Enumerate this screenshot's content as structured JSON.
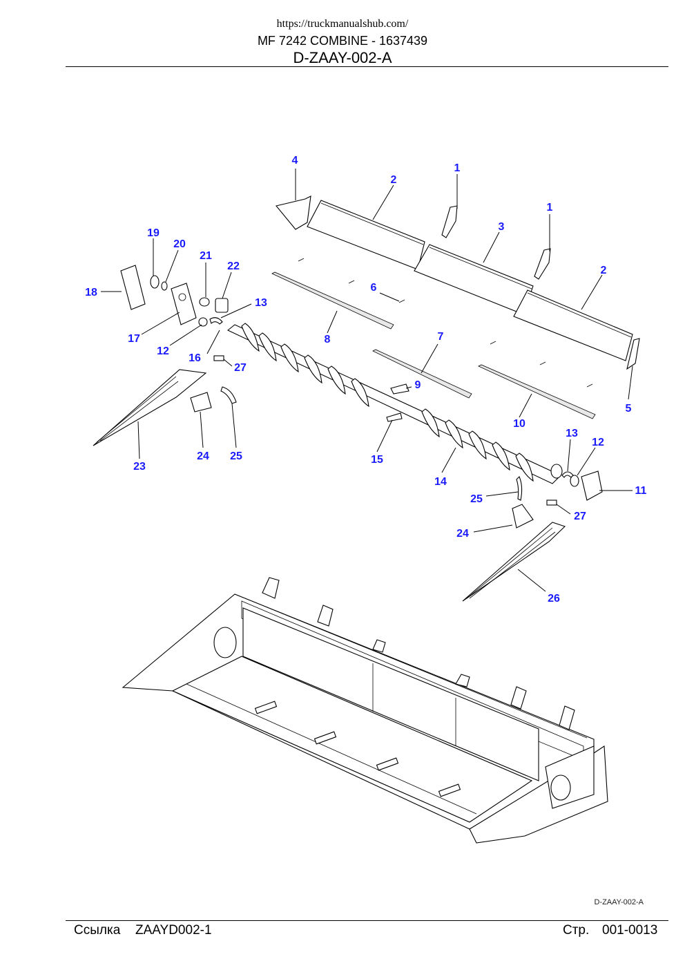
{
  "header": {
    "url": "https://truckmanualshub.com/",
    "model": "MF 7242 COMBINE - 1637439",
    "code": "D-ZAAY-002-A"
  },
  "figure_code": "D-ZAAY-002-A",
  "footer": {
    "ref_label": "Ссылка",
    "ref_value": "ZAAYD002-1",
    "page_label": "Стр.",
    "page_value": "001-0013"
  },
  "callouts": [
    "1",
    "1",
    "2",
    "2",
    "3",
    "4",
    "5",
    "6",
    "7",
    "8",
    "9",
    "10",
    "11",
    "12",
    "12",
    "13",
    "13",
    "14",
    "15",
    "16",
    "17",
    "18",
    "19",
    "20",
    "21",
    "22",
    "23",
    "24",
    "24",
    "25",
    "25",
    "26",
    "27",
    "27"
  ],
  "colors": {
    "callout": "#1a1aff",
    "ink": "#000000"
  }
}
